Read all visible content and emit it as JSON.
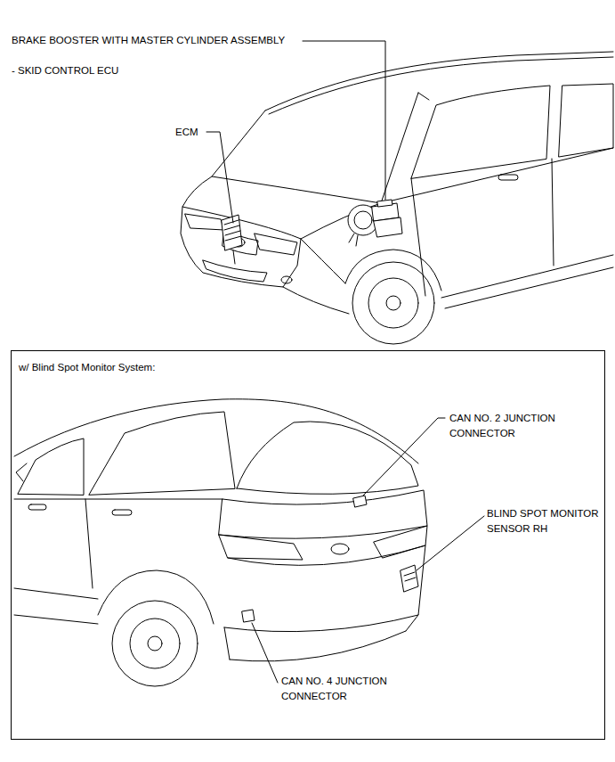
{
  "diagram": {
    "nodes": [
      {
        "text": [
          "w/ Blind Spot Monitor System:"
        ]
      }
    ],
    "labels": [
      "BRAKE BOOSTER WITH MASTER CYLINDER ASSEMBLY",
      "- SKID CONTROL ECU",
      "ECM",
      "CAN NO. 2 JUNCTION CONNECTOR",
      "BLIND SPOT MONITOR SENSOR RH",
      "CAN NO. 4 JUNCTION CONNECTOR"
    ]
  }
}
